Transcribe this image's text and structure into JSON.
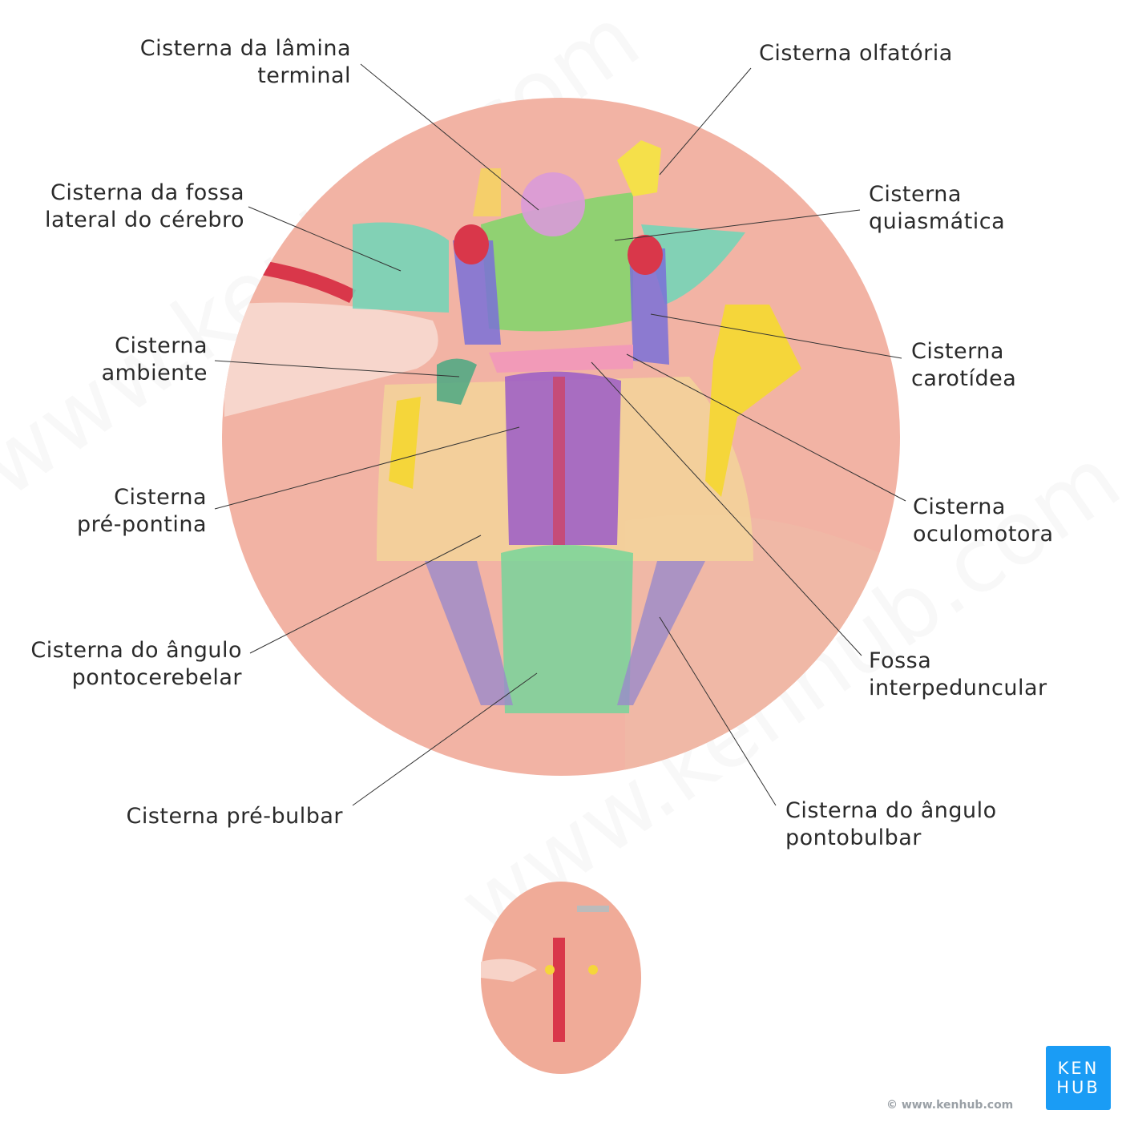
{
  "labels": {
    "lamina_terminal": [
      "Cisterna da lâmina",
      "terminal"
    ],
    "olfatoria": [
      "Cisterna olfatória"
    ],
    "fossa_lateral": [
      "Cisterna da fossa",
      "lateral do cérebro"
    ],
    "quiasmatica": [
      "Cisterna",
      "quiasmática"
    ],
    "ambiente": [
      "Cisterna",
      "ambiente"
    ],
    "carotidea": [
      "Cisterna",
      "carotídea"
    ],
    "pre_pontina": [
      "Cisterna",
      "pré-pontina"
    ],
    "oculomotora": [
      "Cisterna",
      "oculomotora"
    ],
    "angulo_pontocerebelar": [
      "Cisterna do ângulo",
      "pontocerebelar"
    ],
    "fossa_interpeduncular": [
      "Fossa",
      "interpeduncular"
    ],
    "pre_bulbar": [
      "Cisterna pré-bulbar"
    ],
    "angulo_pontobulbar": [
      "Cisterna do ângulo",
      "pontobulbar"
    ]
  },
  "watermark": "www.kenhub.com",
  "logo": {
    "line1": "KEN",
    "line2": "HUB",
    "color": "#1a9cf5"
  },
  "copyright": "© www.kenhub.com",
  "colors": {
    "brain": "#f2b3a4",
    "artery": "#e0404e",
    "nerve": "#f5d63a",
    "green": "#5ccf8a",
    "purple": "#9a5cc8",
    "teal": "#5fd3b5"
  }
}
